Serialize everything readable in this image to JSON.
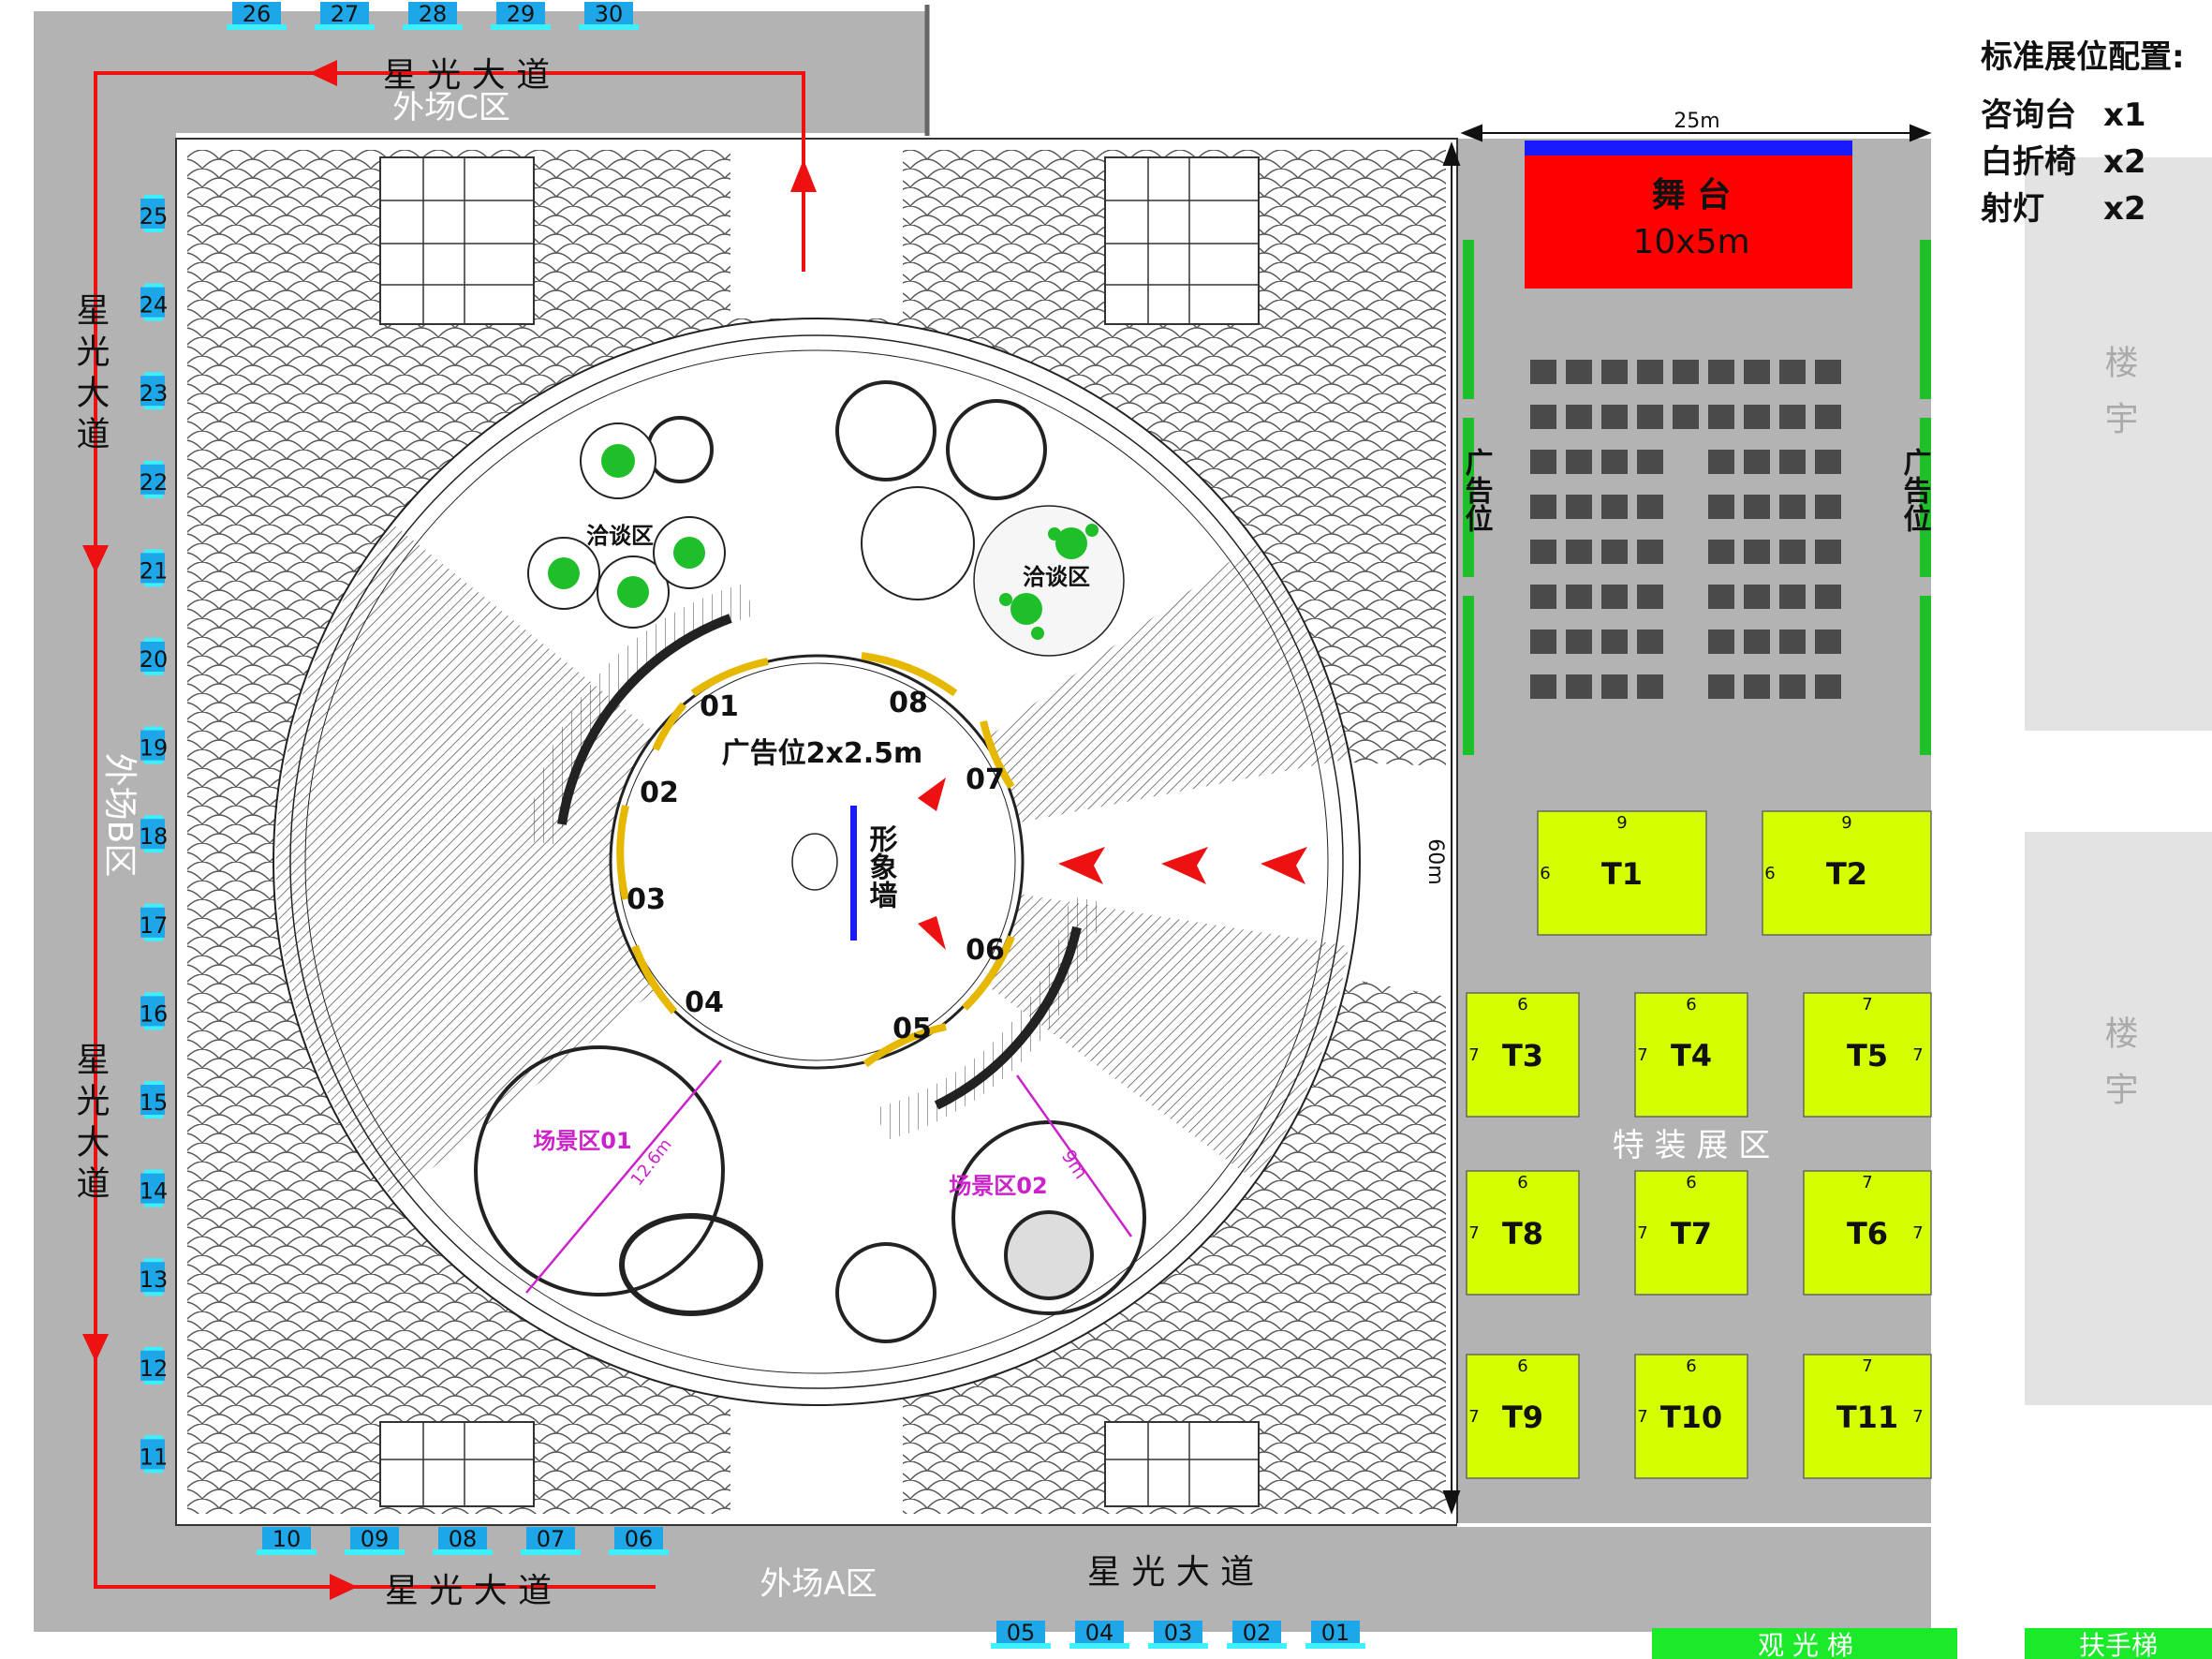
{
  "config": {
    "title": "标准展位配置:",
    "items": [
      {
        "name": "咨询台",
        "qty": "x1"
      },
      {
        "name": "白折椅",
        "qty": "x2"
      },
      {
        "name": "射灯",
        "qty": "x2"
      }
    ]
  },
  "zones": {
    "outer_c": "外场C区",
    "outer_b": "外场B区",
    "outer_a": "外场A区",
    "avenue": "星 光 大 道",
    "avenue_left_top": "星光大道",
    "avenue_left_bottom": "星光大道",
    "negotiation": "洽谈区",
    "scene1": "场景区01",
    "scene2": "场景区02",
    "special": "特 装 展 区",
    "ad_center": "广告位2x2.5m",
    "image_wall": "形象墙",
    "ad_side": "广告位",
    "building": "楼宇",
    "sightseeing_elevator": "观 光 梯",
    "escalator": "扶手梯"
  },
  "stage": {
    "line1": "舞  台",
    "line2": "10x5m"
  },
  "dimensions": {
    "width": "25m",
    "height": "60m",
    "scene1_d": "12.6m",
    "scene2_d": "9m"
  },
  "booths_top": [
    "26",
    "27",
    "28",
    "29",
    "30"
  ],
  "booths_left": [
    "25",
    "24",
    "23",
    "22",
    "21",
    "20",
    "19",
    "18",
    "17",
    "16",
    "15",
    "14",
    "13",
    "12",
    "11"
  ],
  "booths_bottom_left": [
    "10",
    "09",
    "08",
    "07",
    "06"
  ],
  "booths_bottom_right": [
    "05",
    "04",
    "03",
    "02",
    "01"
  ],
  "ring_booths": [
    "01",
    "02",
    "03",
    "04",
    "05",
    "06",
    "07",
    "08"
  ],
  "special_booths": [
    {
      "id": "T1",
      "top": "9",
      "side": "6"
    },
    {
      "id": "T2",
      "top": "9",
      "side": "6"
    },
    {
      "id": "T3",
      "top": "6",
      "side": "7"
    },
    {
      "id": "T4",
      "top": "6",
      "side": "7"
    },
    {
      "id": "T5",
      "top": "7",
      "side": "7"
    },
    {
      "id": "T8",
      "top": "6",
      "side": "7"
    },
    {
      "id": "T7",
      "top": "6",
      "side": "7"
    },
    {
      "id": "T6",
      "top": "7",
      "side": "7"
    },
    {
      "id": "T9",
      "top": "6",
      "side": "7"
    },
    {
      "id": "T10",
      "top": "6",
      "side": "7"
    },
    {
      "id": "T11",
      "top": "7",
      "side": "7"
    }
  ],
  "colors": {
    "gray": "#b3b3b3",
    "booth_blue": "#1ea7e8",
    "booth_cyan": "#3cf0ff",
    "lime": "#d4ff00",
    "stage_red": "#ff0000",
    "stage_blue": "#1a1aff",
    "arrow_red": "#ee1111",
    "green": "#1fbf2a",
    "yellow": "#e6b800",
    "magenta": "#cc22cc",
    "seat": "#4a4a4a",
    "light": "#e3e3e3"
  }
}
